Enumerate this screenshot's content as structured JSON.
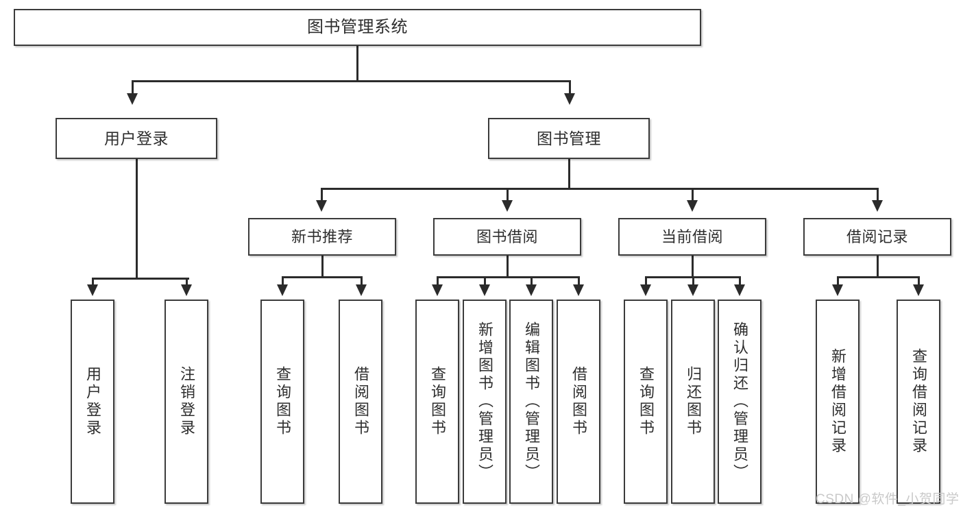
{
  "diagram": {
    "type": "tree-hierarchy",
    "title": "图书管理系统",
    "orientation": "top-down",
    "colors": {
      "box_border": "#3b3b3b",
      "box_fill": "#ffffff",
      "connector": "#2b2b2b",
      "text": "#2e2e2e",
      "watermark": "#c9c9c9",
      "background": "#ffffff"
    }
  },
  "root": {
    "label": "图书管理系统"
  },
  "level2": [
    {
      "label": "用户登录"
    },
    {
      "label": "图书管理"
    }
  ],
  "level3": [
    {
      "label": "新书推荐"
    },
    {
      "label": "图书借阅"
    },
    {
      "label": "当前借阅"
    },
    {
      "label": "借阅记录"
    }
  ],
  "leaves": {
    "user_login": [
      {
        "label": "用户登录"
      },
      {
        "label": "注销登录"
      }
    ],
    "new_book_recommend": [
      {
        "label": "查询图书"
      },
      {
        "label": "借阅图书"
      }
    ],
    "book_borrow": [
      {
        "label": "查询图书"
      },
      {
        "label": "新增图书（管理员）"
      },
      {
        "label": "编辑图书（管理员）"
      },
      {
        "label": "借阅图书"
      }
    ],
    "current_borrow": [
      {
        "label": "查询图书"
      },
      {
        "label": "归还图书"
      },
      {
        "label": "确认归还（管理员）"
      }
    ],
    "borrow_record": [
      {
        "label": "新增借阅记录"
      },
      {
        "label": "查询借阅记录"
      }
    ]
  },
  "watermark": {
    "text": "CSDN @软件_小贺同学"
  }
}
